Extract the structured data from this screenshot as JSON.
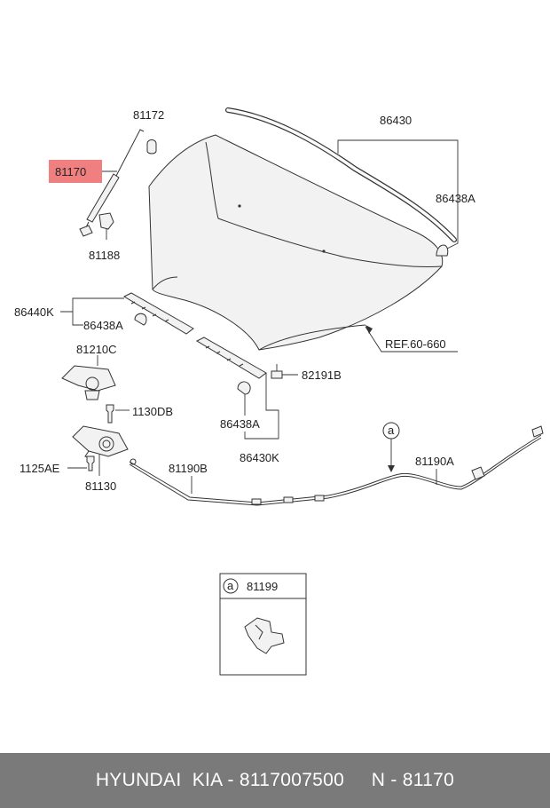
{
  "labels": {
    "p81172": "81172",
    "p81170": "81170",
    "p81188": "81188",
    "p86430": "86430",
    "p86438A_top": "86438A",
    "p86440K": "86440K",
    "p86438A_mid": "86438A",
    "p81210C": "81210C",
    "p1130DB": "1130DB",
    "p82191B": "82191B",
    "ref": "REF.60-660",
    "p86438A_low": "86438A",
    "p86430K": "86430K",
    "p1125AE": "1125AE",
    "p81130": "81130",
    "p81190B": "81190B",
    "p81190A": "81190A",
    "callout_a": "a",
    "inset_a": "a",
    "p81199": "81199"
  },
  "highlight_color": "#f08080",
  "footer": {
    "text": "HYUNDAI  KIA - 8117007500     N - 81170"
  }
}
